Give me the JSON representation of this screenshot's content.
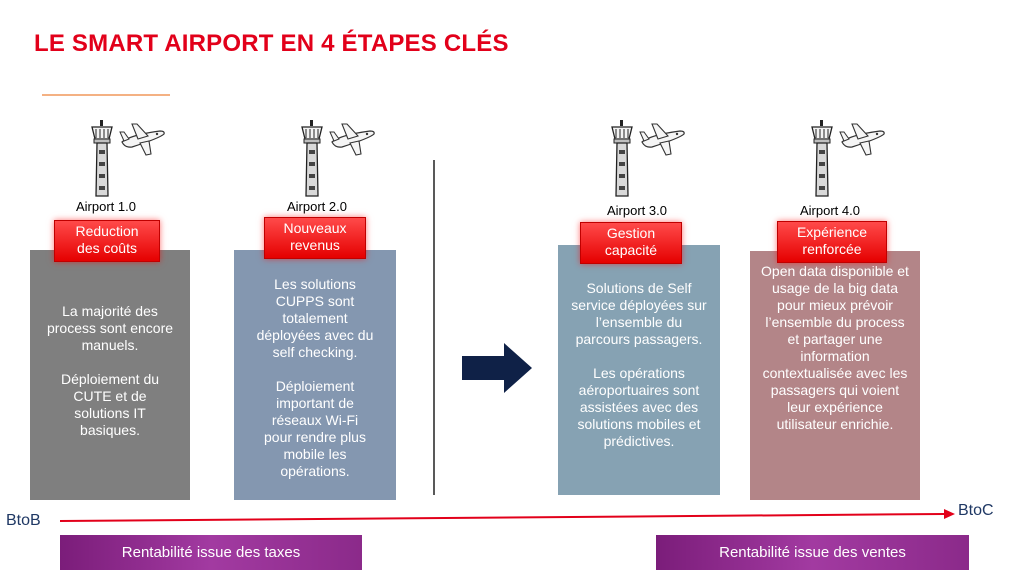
{
  "title": "LE SMART AIRPORT EN 4 ÉTAPES CLÉS",
  "steps": [
    {
      "label": "Airport 1.0",
      "badge": [
        "Reduction",
        "des coûts"
      ],
      "paragraphs": [
        "La majorité des process sont encore manuels.",
        "Déploiement du CUTE et de solutions IT basiques."
      ]
    },
    {
      "label": "Airport 2.0",
      "badge": [
        "Nouveaux",
        "revenus"
      ],
      "paragraphs": [
        "Les solutions CUPPS sont totalement déployées avec du self checking.",
        "Déploiement important de réseaux Wi-Fi pour rendre plus mobile les opérations."
      ]
    },
    {
      "label": "Airport 3.0",
      "badge": [
        "Gestion",
        "capacité"
      ],
      "paragraphs": [
        "Solutions de Self service déployées sur l’ensemble du parcours passagers.",
        "Les opérations aéroportuaires sont assistées avec des solutions mobiles et prédictives."
      ]
    },
    {
      "label": "Airport 4.0",
      "badge": [
        "Expérience",
        "renforcée"
      ],
      "paragraphs": [
        "Open data disponible et usage de la big data pour mieux prévoir l’ensemble du process et partager une information contextualisée avec les passagers qui voient leur expérience utilisateur enrichie."
      ]
    }
  ],
  "axis": {
    "start": "BtoB",
    "end": "BtoC"
  },
  "profit_left": "Rentabilité issue des taxes",
  "profit_right": "Rentabilité issue des ventes",
  "colors": {
    "title": "#e2001a",
    "card1": "#7f7f7f",
    "card2": "#8497b0",
    "card3": "#86a2b3",
    "card4": "#b38588",
    "arrow": "#0f2147",
    "axis": "#e2001a",
    "profit": "#8b2a8a"
  }
}
